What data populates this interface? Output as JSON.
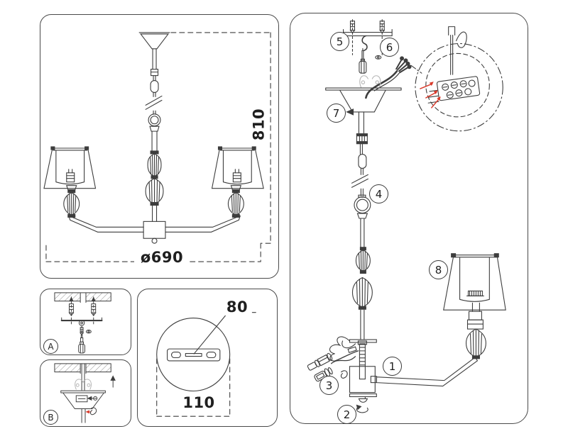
{
  "colors": {
    "line": "#3d3d3d",
    "panel_border": "#4a4a4a",
    "accent_red": "#d93a2b",
    "faint_gray": "#b5b5b5",
    "background": "#ffffff"
  },
  "overview_panel": {
    "height_dim": "810",
    "diameter_dim": "ø690"
  },
  "mounting_steps": {
    "step_a_label": "A",
    "step_b_label": "B"
  },
  "drill_template_panel": {
    "slot_dim": "80",
    "plate_dim": "110"
  },
  "assembly_panel": {
    "callouts": {
      "c1": "1",
      "c2": "2",
      "c3": "3",
      "c4": "4",
      "c5": "5",
      "c6": "6",
      "c7": "7",
      "c8": "8"
    }
  }
}
